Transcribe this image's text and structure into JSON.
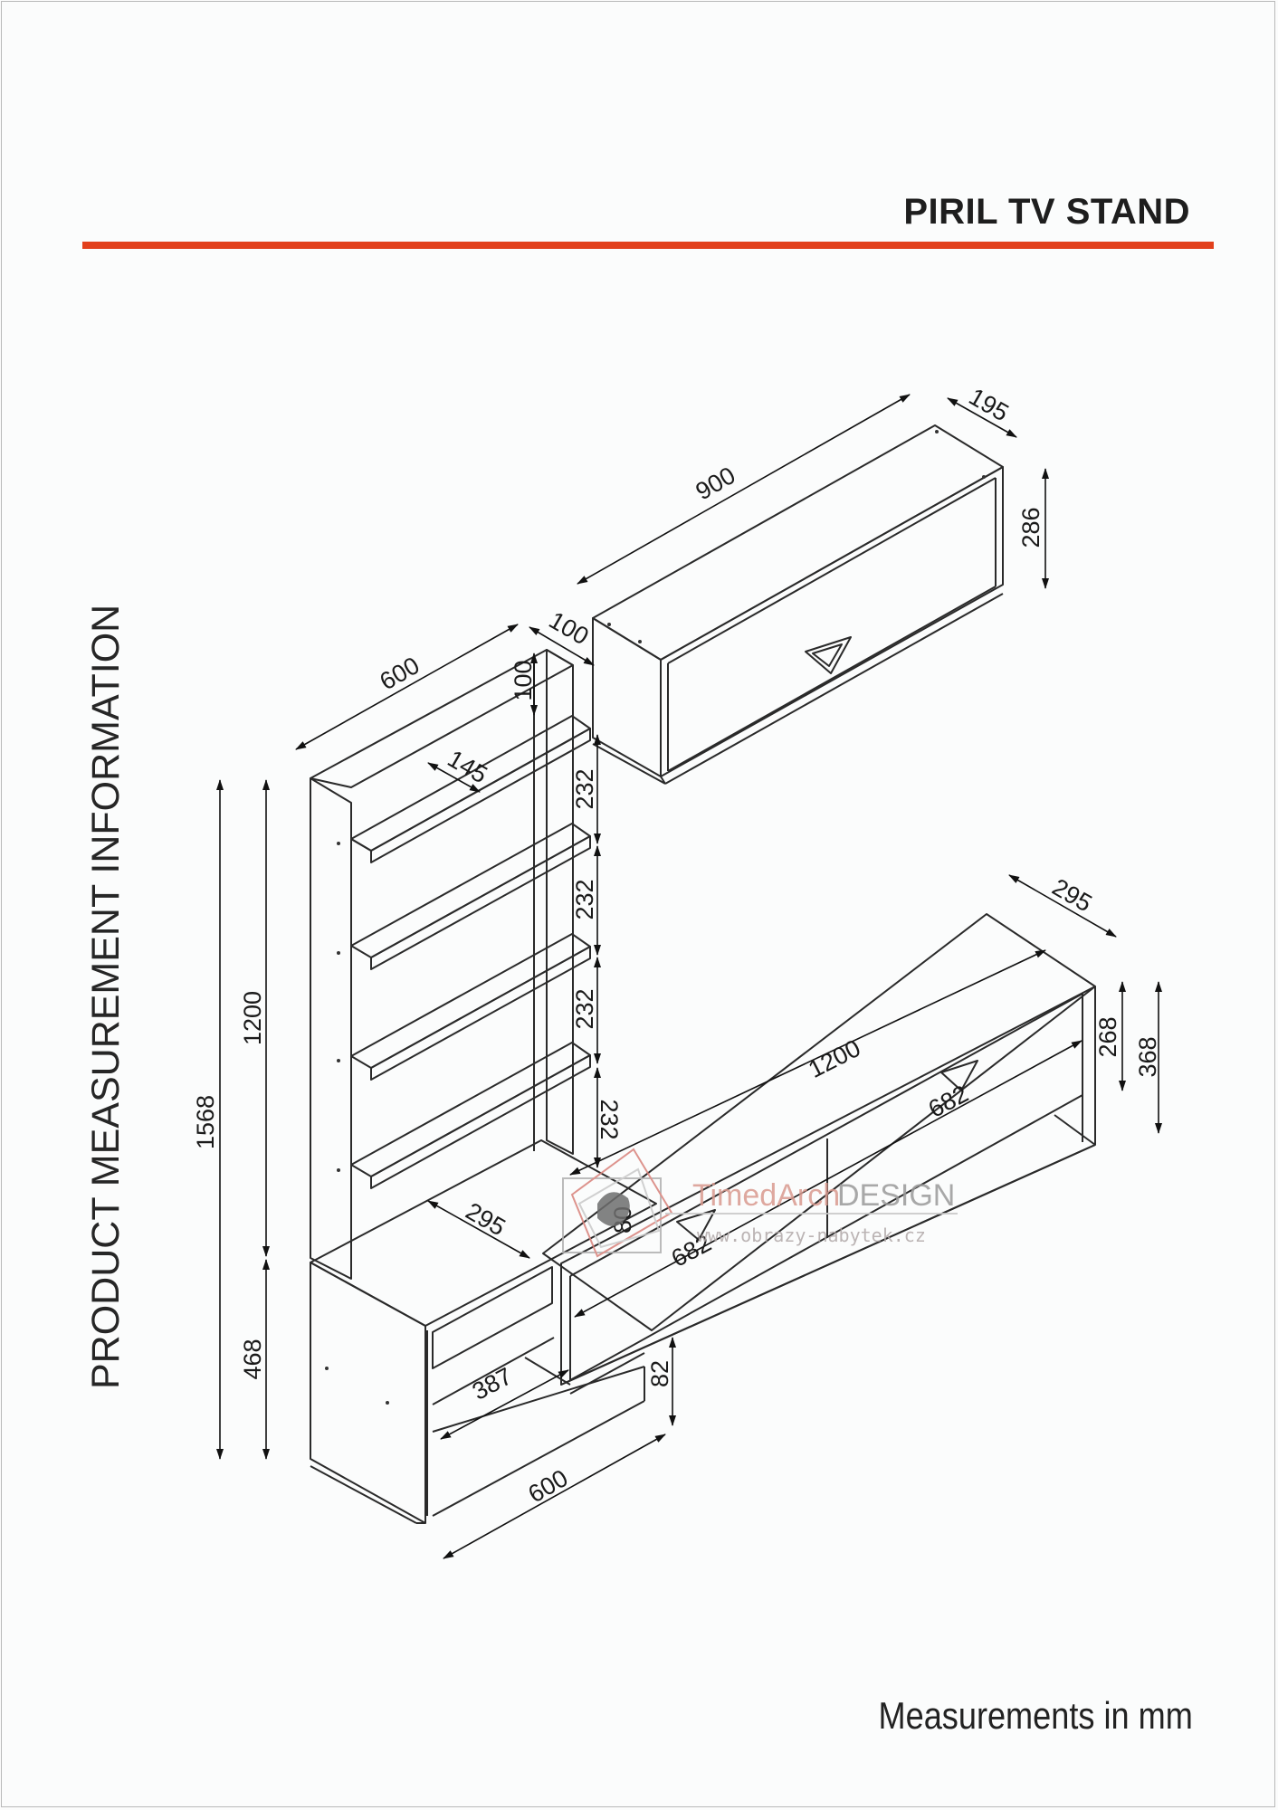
{
  "header": {
    "title": "PIRIL TV STAND",
    "accent_color": "#e2401c"
  },
  "side_label": "PRODUCT MEASUREMENT INFORMATION",
  "footer": "Measurements in mm",
  "watermark": {
    "brand": "TimedArch",
    "brand_suffix": "DESIGN",
    "url": "www.obrazy-nabytek.cz"
  },
  "dimensions": {
    "wall_width": "900",
    "wall_depth": "195",
    "wall_height": "286",
    "wall_offset": "100",
    "shelf_top_gap": "100",
    "bookcase_width": "600",
    "shelf_depth": "145",
    "shelf_gap_1": "232",
    "shelf_gap_2": "232",
    "shelf_gap_3": "232",
    "shelf_gap_4": "232",
    "total_height": "1568",
    "upper_height": "1200",
    "lower_height": "468",
    "base_depth": "295",
    "inner_width": "387",
    "base_width": "600",
    "tv_width": "1200",
    "tv_depth": "295",
    "tv_front_height": "268",
    "tv_total_height": "368",
    "drawer_width_1": "682",
    "drawer_width_2": "682",
    "leg_height": "82",
    "small_gap": "80"
  }
}
